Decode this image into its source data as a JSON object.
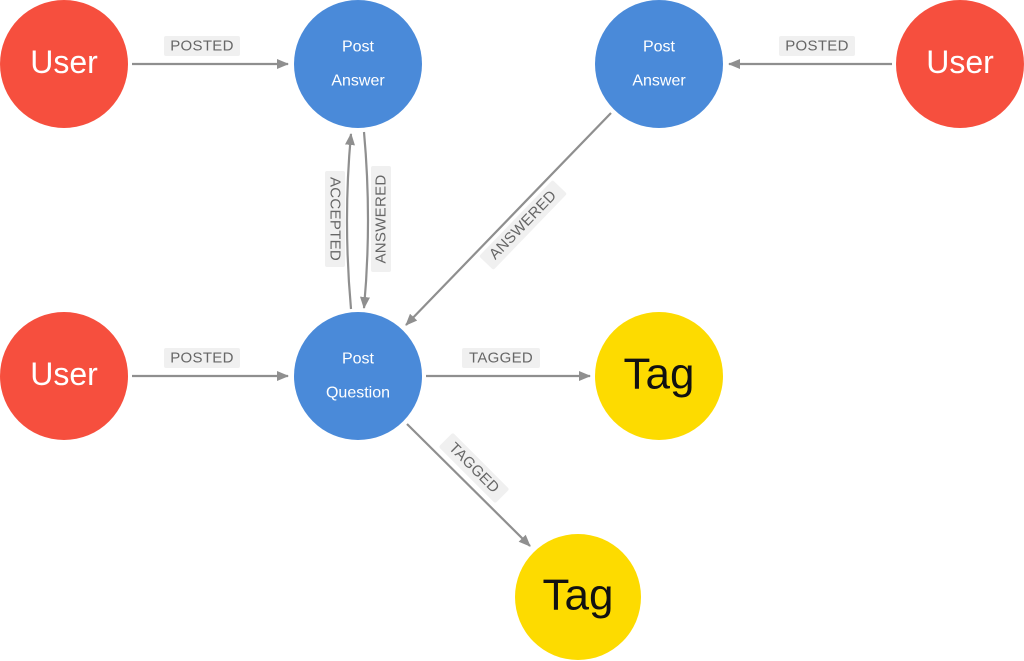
{
  "diagram": {
    "nodes": {
      "user_left_top": {
        "label": "User",
        "color": "#f64f3e"
      },
      "post_answer_left": {
        "line1": "Post",
        "line2": "Answer",
        "color": "#4a8ad9"
      },
      "post_answer_right": {
        "line1": "Post",
        "line2": "Answer",
        "color": "#4a8ad9"
      },
      "user_right_top": {
        "label": "User",
        "color": "#f64f3e"
      },
      "user_left_mid": {
        "label": "User",
        "color": "#f64f3e"
      },
      "post_question": {
        "line1": "Post",
        "line2": "Question",
        "color": "#4a8ad9"
      },
      "tag_right": {
        "label": "Tag",
        "color": "#fddb00"
      },
      "tag_bottom": {
        "label": "Tag",
        "color": "#fddb00"
      }
    },
    "edges": {
      "posted_1": "POSTED",
      "posted_2": "POSTED",
      "posted_3": "POSTED",
      "accepted": "ACCEPTED",
      "answered_1": "ANSWERED",
      "answered_2": "ANSWERED",
      "tagged_1": "TAGGED",
      "tagged_2": "TAGGED"
    }
  }
}
